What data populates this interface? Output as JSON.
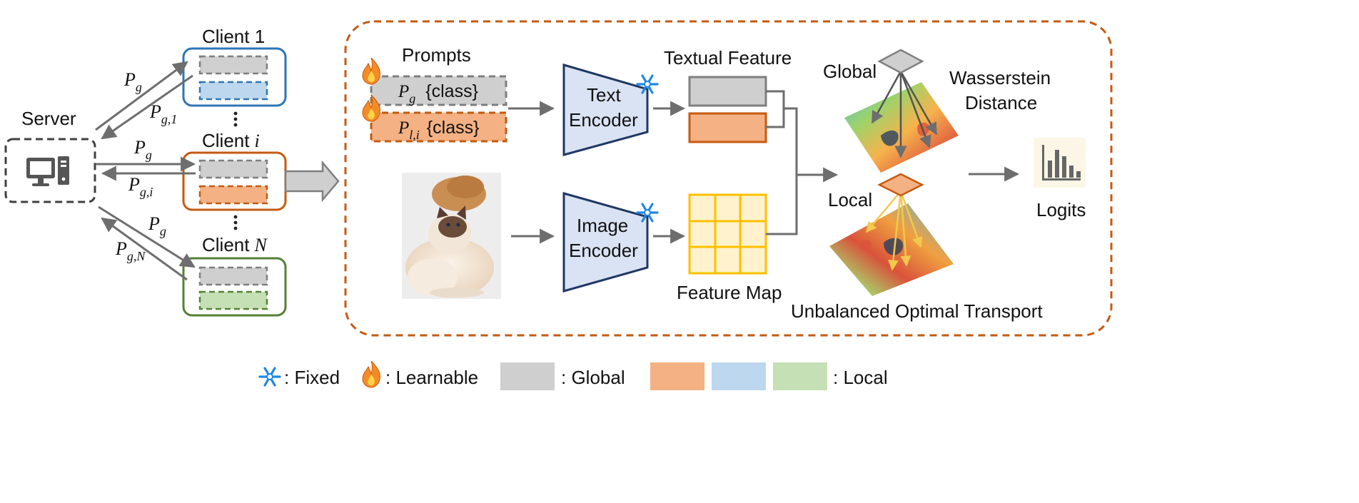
{
  "server": {
    "label": "Server"
  },
  "clients": {
    "client1": {
      "label": "Client 1"
    },
    "clienti": {
      "label": "Client",
      "index": "i"
    },
    "clientN": {
      "label": "Client",
      "index": "N"
    }
  },
  "arrows": {
    "pg": "P",
    "pg_sub": "g",
    "pg1_sub": "g,1",
    "pgi_sub": "g,i",
    "pgN_sub": "g,N"
  },
  "pipeline": {
    "prompts_title": "Prompts",
    "prompt_global_sym": "P",
    "prompt_global_sub": "g",
    "prompt_class": "{class}",
    "prompt_local_sym": "P",
    "prompt_local_sub": "l,i",
    "text_encoder": [
      "Text",
      "Encoder"
    ],
    "image_encoder": [
      "Image",
      "Encoder"
    ],
    "textual_feature": "Textual Feature",
    "feature_map": "Feature Map",
    "global": "Global",
    "local": "Local",
    "wasserstein": [
      "Wasserstein",
      "Distance"
    ],
    "uot": "Unbalanced Optimal Transport",
    "logits": "Logits"
  },
  "legend": {
    "fixed": ": Fixed",
    "learnable": ": Learnable",
    "global": ": Global",
    "local": ": Local"
  },
  "colors": {
    "global_gray": "#cfcfcf",
    "local_orange": "#f4b183",
    "local_blue": "#bdd7ee",
    "local_green": "#c5e0b4",
    "client1_border": "#2e75b6",
    "clienti_border": "#c55a11",
    "clientN_border": "#548235",
    "encoder_fill": "#dae3f3",
    "encoder_border": "#1f3864",
    "feature_map": "#ffc000",
    "frame": "#c55a11",
    "arrow": "#6e6e6e"
  }
}
